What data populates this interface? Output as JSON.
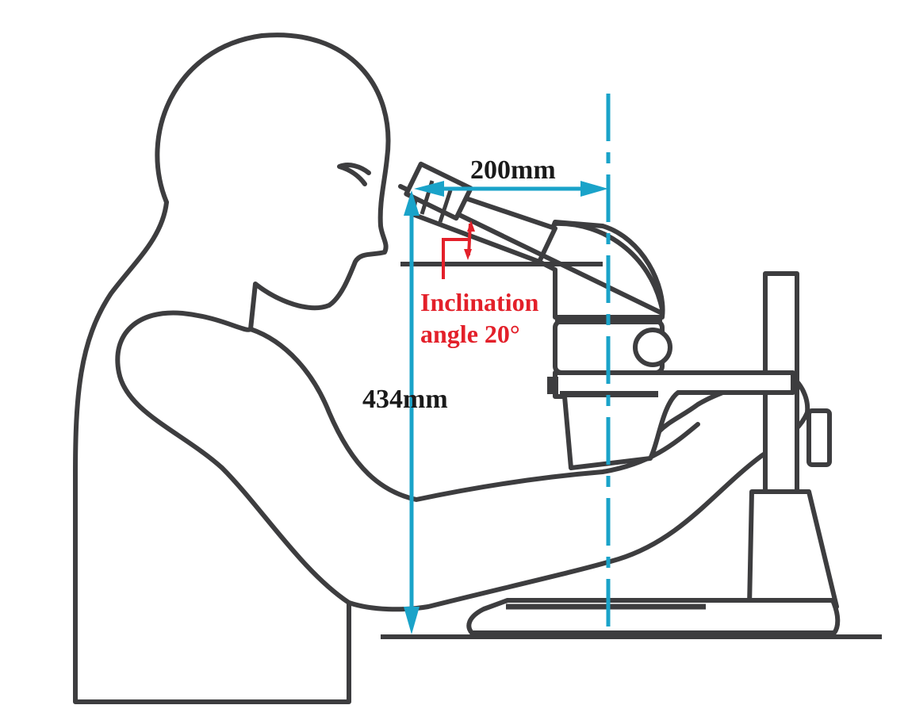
{
  "labels": {
    "eyepiece_distance": "200mm",
    "eyepiece_height": "434mm",
    "inclination_line1": "Inclination",
    "inclination_line2": "angle 20°"
  },
  "colors": {
    "outline": "#3d3d3f",
    "dimension": "#1aa3c9",
    "angle": "#e3202a"
  }
}
